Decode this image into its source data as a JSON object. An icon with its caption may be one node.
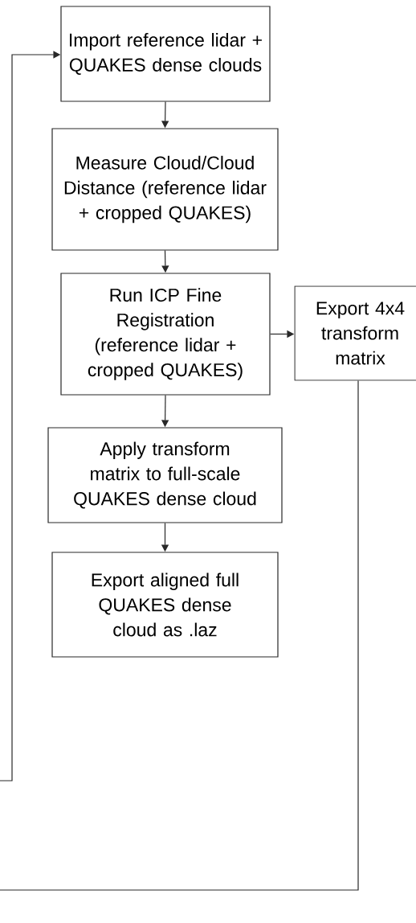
{
  "diagram": {
    "nodes": [
      {
        "text": [
          "Import reference lidar + QUAKES dense clouds"
        ]
      },
      {
        "text": [
          "Measure Cloud/Cloud Distance (reference lidar + cropped QUAKES)"
        ]
      },
      {
        "text": [
          "Run ICP Fine Registration (reference lidar + cropped QUAKES)"
        ]
      },
      {
        "text": [
          "Export 4x4 transform matrix"
        ]
      },
      {
        "text": [
          "Apply transform matrix to full-scale QUAKES dense cloud"
        ]
      },
      {
        "text": [
          "Export aligned full QUAKES dense cloud as .laz"
        ]
      }
    ],
    "edges": [
      {
        "from": 0,
        "to": 1,
        "arrow": "to"
      },
      {
        "from": 1,
        "to": 2,
        "arrow": "to"
      },
      {
        "from": 2,
        "to": 3,
        "arrow": "to"
      },
      {
        "from": 2,
        "to": 4,
        "arrow": "to"
      },
      {
        "from": 4,
        "to": 5,
        "arrow": "to"
      },
      {
        "from": 3,
        "to": 0,
        "arrow": "to"
      }
    ]
  }
}
